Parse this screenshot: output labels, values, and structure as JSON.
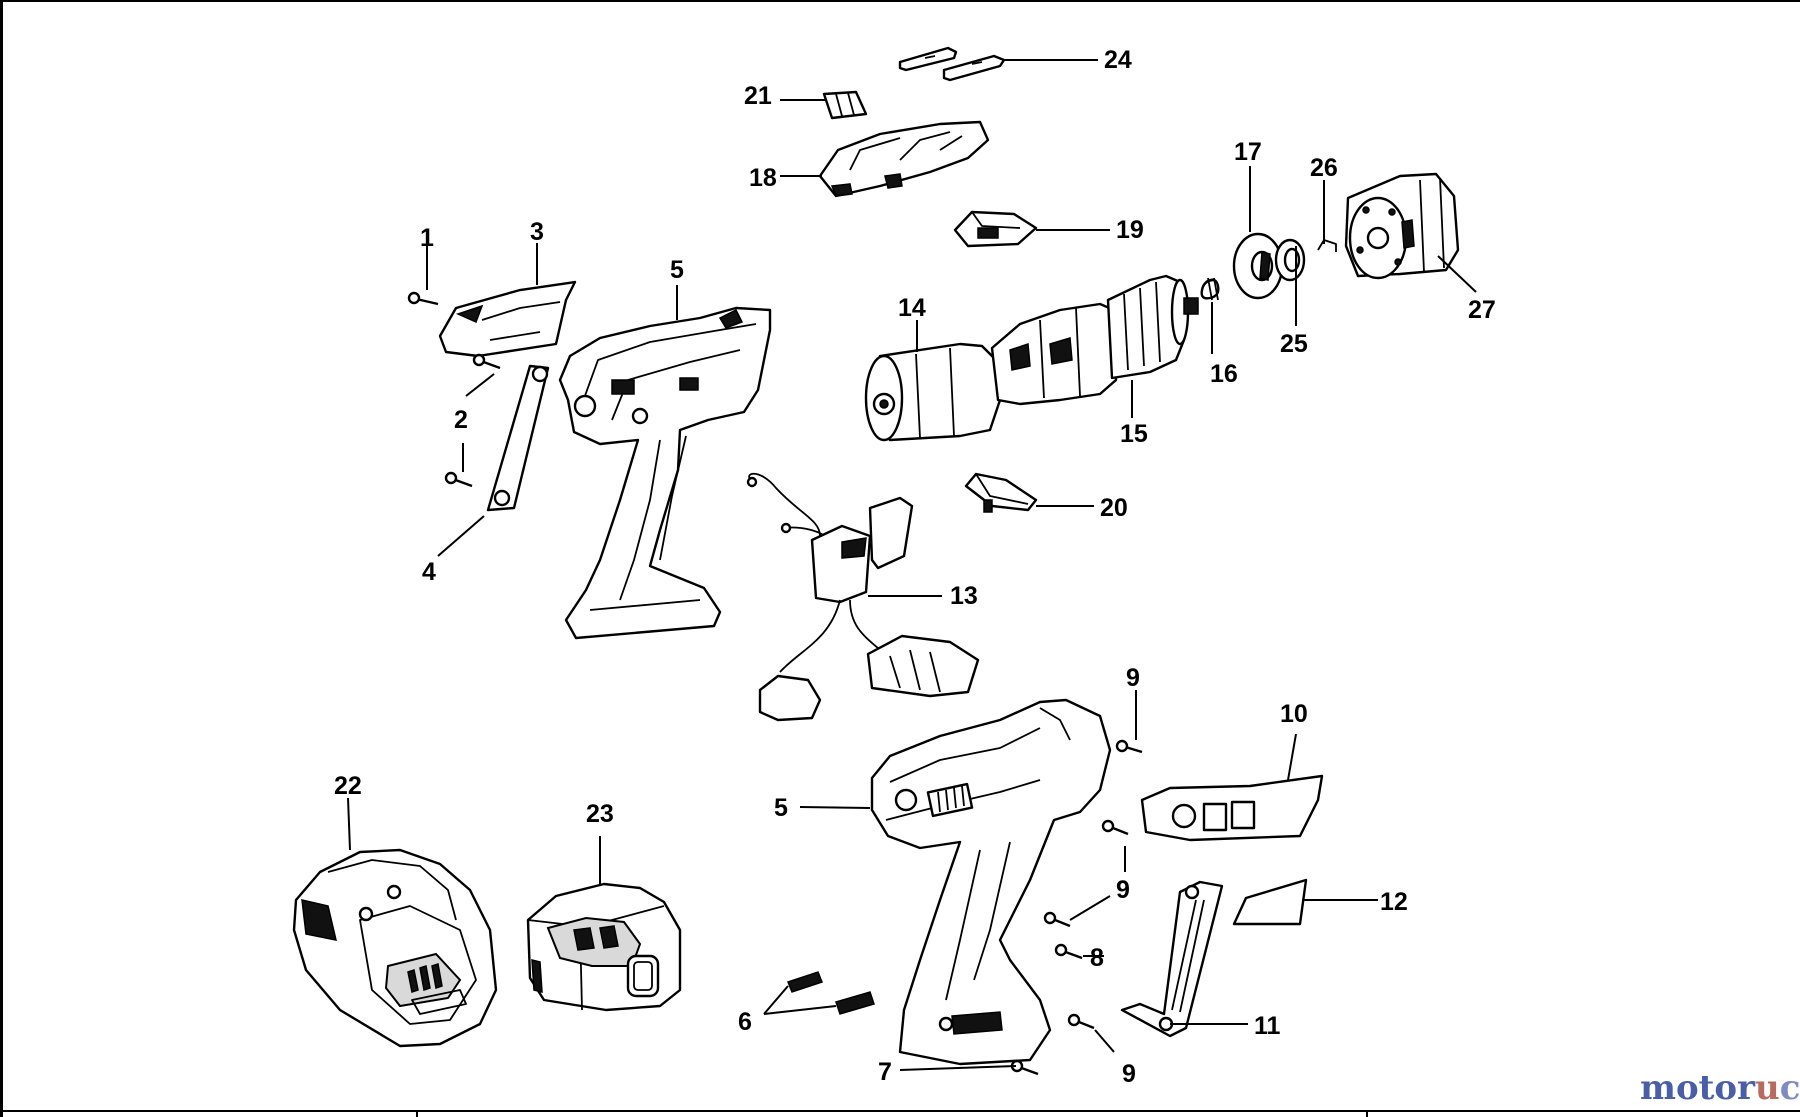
{
  "diagram": {
    "parts": [
      {
        "key": "p1",
        "number": "1"
      },
      {
        "key": "p2",
        "number": "2"
      },
      {
        "key": "p3",
        "number": "3"
      },
      {
        "key": "p4",
        "number": "4"
      },
      {
        "key": "p5a",
        "number": "5"
      },
      {
        "key": "p5b",
        "number": "5"
      },
      {
        "key": "p6",
        "number": "6"
      },
      {
        "key": "p7",
        "number": "7"
      },
      {
        "key": "p8",
        "number": "8"
      },
      {
        "key": "p9a",
        "number": "9"
      },
      {
        "key": "p9b",
        "number": "9"
      },
      {
        "key": "p9c",
        "number": "9"
      },
      {
        "key": "p9d",
        "number": "9"
      },
      {
        "key": "p10",
        "number": "10"
      },
      {
        "key": "p11",
        "number": "11"
      },
      {
        "key": "p12",
        "number": "12"
      },
      {
        "key": "p13",
        "number": "13"
      },
      {
        "key": "p14",
        "number": "14"
      },
      {
        "key": "p15",
        "number": "15"
      },
      {
        "key": "p16",
        "number": "16"
      },
      {
        "key": "p17",
        "number": "17"
      },
      {
        "key": "p18",
        "number": "18"
      },
      {
        "key": "p19",
        "number": "19"
      },
      {
        "key": "p20",
        "number": "20"
      },
      {
        "key": "p21",
        "number": "21"
      },
      {
        "key": "p22",
        "number": "22"
      },
      {
        "key": "p23",
        "number": "23"
      },
      {
        "key": "p24",
        "number": "24"
      },
      {
        "key": "p25",
        "number": "25"
      },
      {
        "key": "p26",
        "number": "26"
      },
      {
        "key": "p27",
        "number": "27"
      }
    ]
  },
  "watermark": {
    "part_a": "motor",
    "part_b": "u",
    "part_c": "c"
  }
}
